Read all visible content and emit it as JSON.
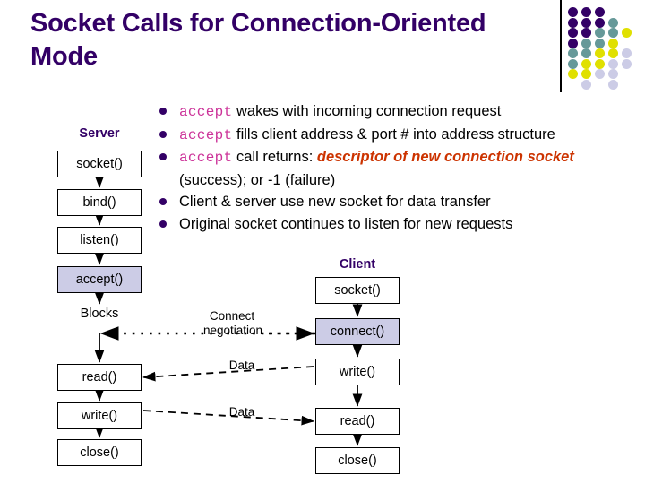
{
  "slide": {
    "title": "Socket Calls for Connection-Oriented Mode",
    "title_color": "#330066",
    "background": "#ffffff"
  },
  "decoration": {
    "rule_color": "#000000",
    "palette": {
      "purple": "#330066",
      "teal": "#669999",
      "yellow": "#E0E000",
      "lavender": "#CCCCE6"
    },
    "dot_grid": [
      [
        "purple",
        "purple",
        "purple",
        null,
        null
      ],
      [
        "purple",
        "purple",
        "purple",
        "teal",
        null
      ],
      [
        "purple",
        "purple",
        "teal",
        "teal",
        "yellow"
      ],
      [
        "purple",
        "teal",
        "teal",
        "yellow",
        null
      ],
      [
        "teal",
        "teal",
        "yellow",
        "yellow",
        "lavender"
      ],
      [
        "teal",
        "yellow",
        "yellow",
        "lavender",
        "lavender"
      ],
      [
        "yellow",
        "yellow",
        "lavender",
        "lavender",
        null
      ],
      [
        null,
        "lavender",
        null,
        "lavender",
        null
      ]
    ]
  },
  "bullets": [
    {
      "code": "accept",
      "text": " wakes with incoming connection request"
    },
    {
      "code": "accept",
      "text": " fills client address & port # into address structure"
    },
    {
      "code": "accept",
      "text_before": " call returns: ",
      "emphasis": "descriptor of new connection socket",
      "text_after": " (success); or -1 (failure)"
    },
    {
      "text": "Client & server use new socket for data transfer"
    },
    {
      "text": "Original socket continues to listen for new requests"
    }
  ],
  "diagram": {
    "server": {
      "title": "Server",
      "nodes": [
        {
          "label": "socket()",
          "highlighted": false
        },
        {
          "label": "bind()",
          "highlighted": false
        },
        {
          "label": "listen()",
          "highlighted": false
        },
        {
          "label": "accept()",
          "highlighted": true
        },
        {
          "label": "read()",
          "highlighted": false
        },
        {
          "label": "write()",
          "highlighted": false
        },
        {
          "label": "close()",
          "highlighted": false
        }
      ],
      "blocks_label": "Blocks"
    },
    "client": {
      "title": "Client",
      "nodes": [
        {
          "label": "socket()",
          "highlighted": false
        },
        {
          "label": "connect()",
          "highlighted": true
        },
        {
          "label": "write()",
          "highlighted": false
        },
        {
          "label": "read()",
          "highlighted": false
        },
        {
          "label": "close()",
          "highlighted": false
        }
      ]
    },
    "edges": [
      {
        "name": "connect-negotiation",
        "line1": "Connect",
        "line2": "negotiation",
        "style": "dotted"
      },
      {
        "name": "data-client-to-server",
        "label": "Data",
        "style": "dashed"
      },
      {
        "name": "data-server-to-client",
        "label": "Data",
        "style": "dashed"
      }
    ],
    "colors": {
      "node_border": "#000000",
      "node_fill": "#ffffff",
      "node_highlight_fill": "#CCCCE6",
      "title_color": "#330066",
      "arrow_color": "#000000"
    }
  }
}
